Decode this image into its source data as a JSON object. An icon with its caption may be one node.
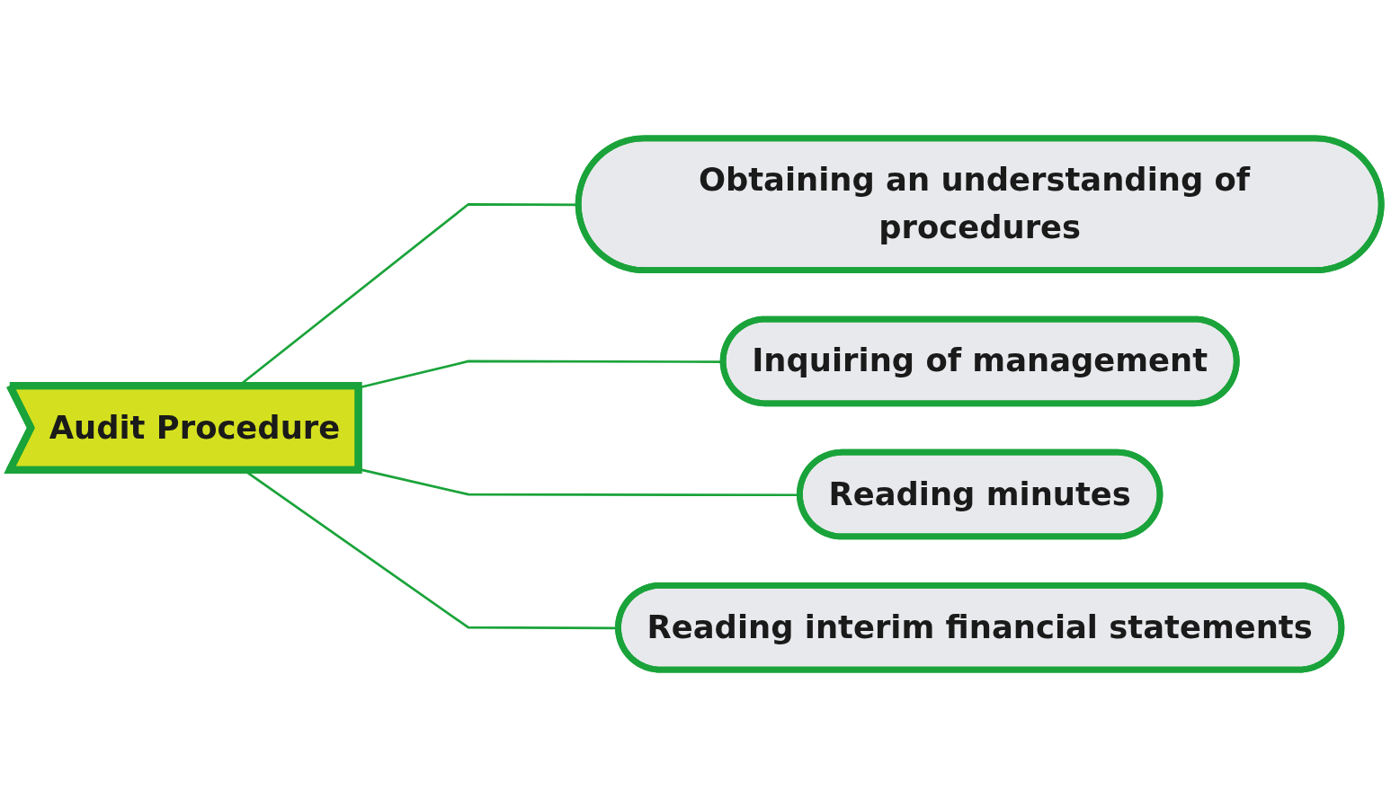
{
  "diagram": {
    "nodes": [
      {
        "text": [
          "Audit Procedure"
        ]
      },
      {
        "text": [
          "Obtaining an understanding of procedures"
        ]
      },
      {
        "text": [
          "Inquiring of management"
        ]
      },
      {
        "text": [
          "Reading minutes"
        ]
      },
      {
        "text": [
          "Reading interim financial statements"
        ]
      }
    ],
    "edges": [
      {
        "from": 0,
        "to": 1,
        "arrow": "none"
      },
      {
        "from": 0,
        "to": 2,
        "arrow": "none"
      },
      {
        "from": 0,
        "to": 3,
        "arrow": "none"
      },
      {
        "from": 0,
        "to": 4,
        "arrow": "none"
      }
    ]
  }
}
